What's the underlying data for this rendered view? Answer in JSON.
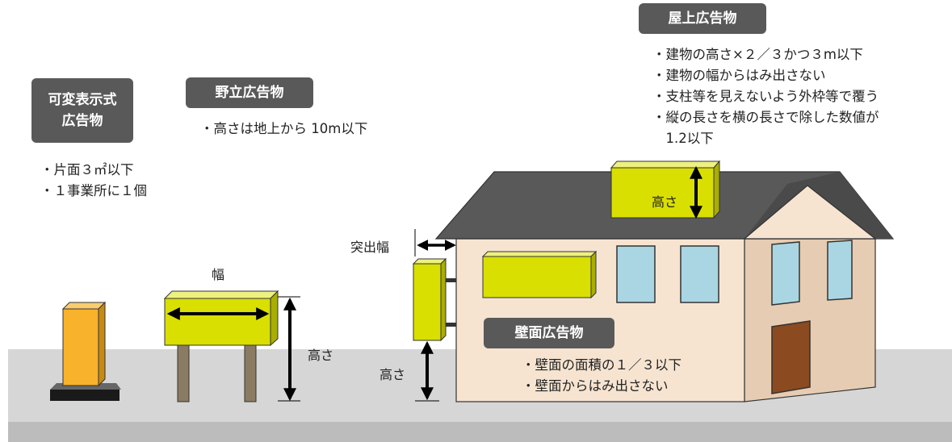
{
  "colors": {
    "sign_yellow": "#d9df00",
    "ground": "#d6d6d6",
    "ground_strip": "#bcbcbc",
    "wall": "#f6e4d1",
    "roof": "#595959",
    "window": "#aad6e3",
    "door": "#8b4a20",
    "post": "#8b7b63",
    "vending_orange": "#f8b22b",
    "tag_bg": "#595959"
  },
  "icons": [
    "width-arrow",
    "height-arrow",
    "projection-arrow"
  ],
  "variable_sign": {
    "title_line1": "可変表示式",
    "title_line2": "広告物",
    "rules": [
      "・片面３㎡以下",
      "・１事業所に１個"
    ]
  },
  "freestanding_sign": {
    "title": "野立広告物",
    "rules": [
      "・高さは地上から 10m以下"
    ],
    "width_label": "幅",
    "height_label": "高さ"
  },
  "rooftop_sign": {
    "title": "屋上広告物",
    "rules": [
      "・建物の高さ×２／３かつ３m以下",
      "・建物の幅からはみ出さない",
      "・支柱等を見えないよう外枠等で覆う",
      "・縦の長さを横の長さで除した数値が",
      "　1.2以下"
    ],
    "height_label": "高さ"
  },
  "wall_sign": {
    "title": "壁面広告物",
    "rules": [
      "・壁面の面積の１／３以下",
      "・壁面からはみ出さない"
    ],
    "projection_label": "突出幅",
    "height_label": "高さ"
  }
}
